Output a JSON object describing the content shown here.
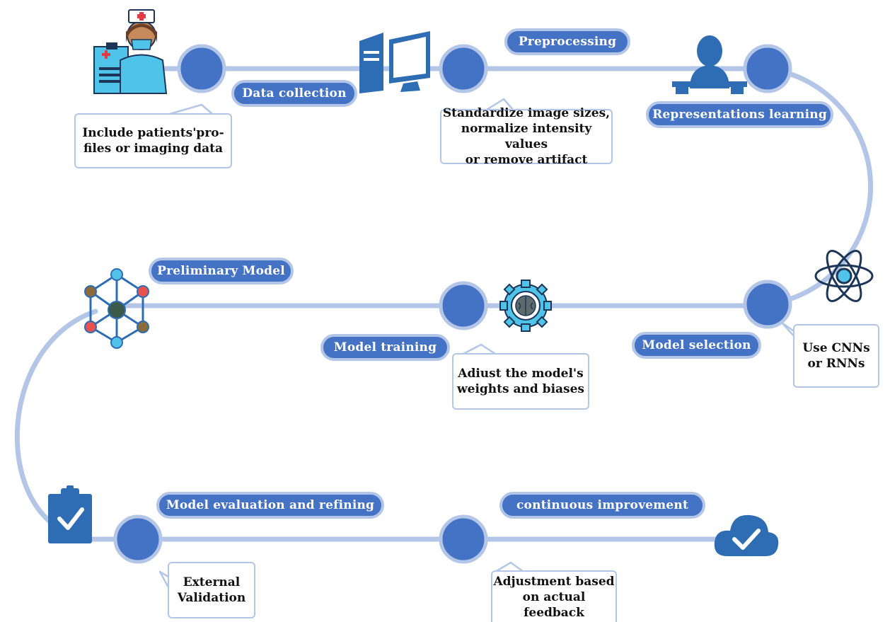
{
  "colors": {
    "path": "#b4c6e7",
    "node": "#4472c4",
    "pill_border": "#b4c6e7",
    "icon_blue": "#2e6db4"
  },
  "steps": {
    "data_collection": {
      "label": "Data collection",
      "note": [
        "Include patients'pro-",
        "files or imaging data"
      ]
    },
    "preprocessing": {
      "label": "Preprocessing",
      "note": [
        "Standardize image sizes,",
        "normalize intensity values",
        "or remove artifact"
      ]
    },
    "representations_learning": {
      "label": "Representations learning"
    },
    "model_selection": {
      "label": "Model selection",
      "note": [
        "Use CNNs",
        "or RNNs"
      ]
    },
    "model_training": {
      "label": "Model training",
      "note": [
        "Adiust the model's",
        "weights and biases"
      ]
    },
    "preliminary_model": {
      "label": "Preliminary Model"
    },
    "model_evaluation": {
      "label": "Model evaluation and refining",
      "note": [
        "External",
        "Validation"
      ]
    },
    "continuous_improvement": {
      "label": "continuous improvement",
      "note": [
        "Adjustment based",
        "on actual feedback"
      ]
    }
  },
  "icons": {
    "doctor": "nurse-with-clipboard-icon",
    "computer": "computer-monitor-icon",
    "person": "person-at-desk-icon",
    "atom": "atom-icon",
    "gear": "gear-brain-icon",
    "network": "network-graph-icon",
    "clipboard": "clipboard-check-icon",
    "cloud": "cloud-check-icon"
  }
}
